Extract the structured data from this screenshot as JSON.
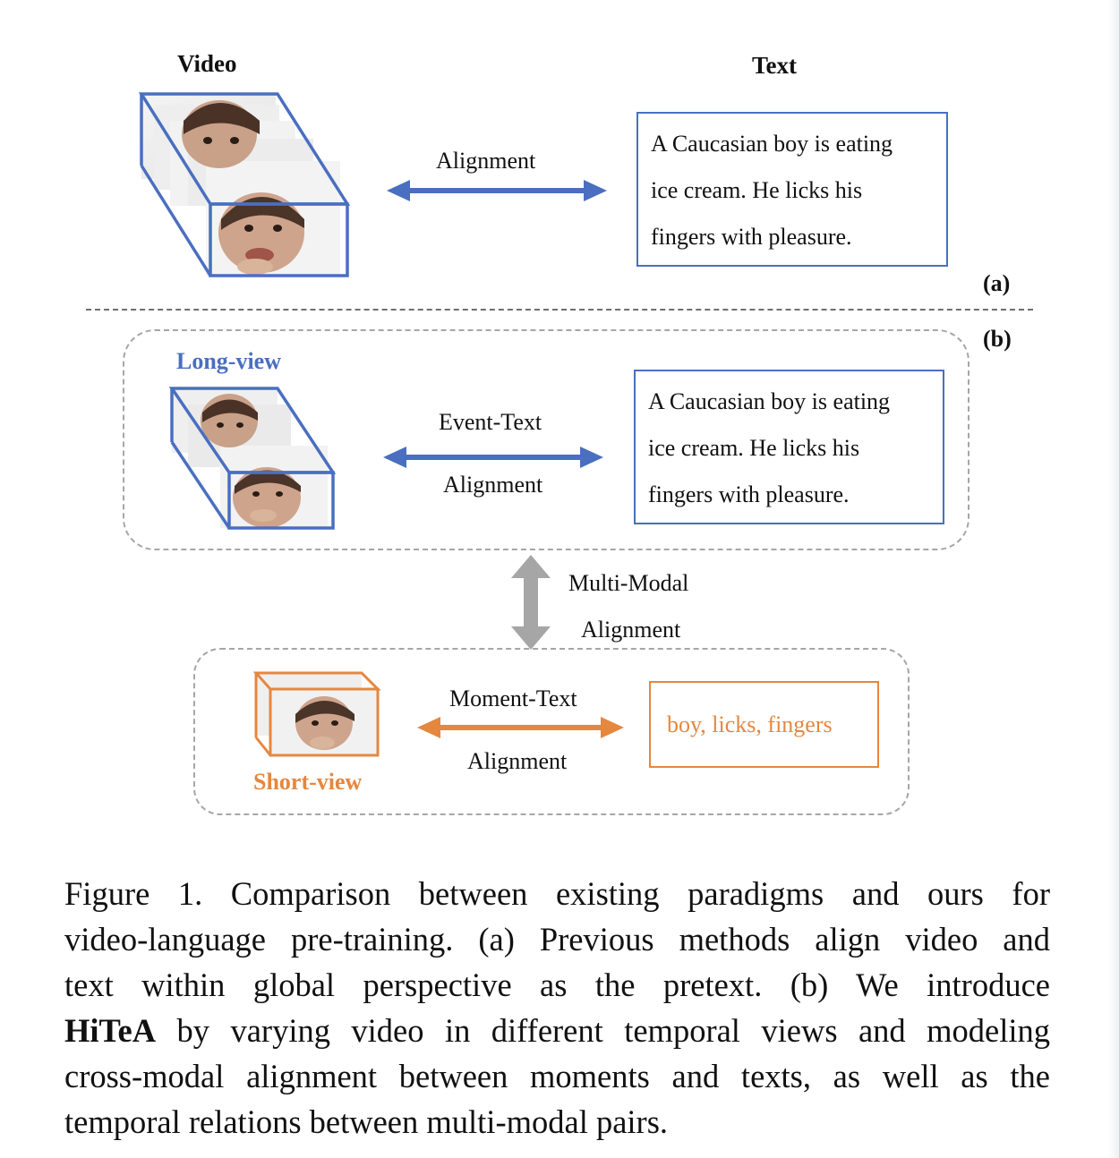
{
  "panel_a": {
    "video_header": "Video",
    "text_header": "Text",
    "alignment_label": "Alignment",
    "text_lines": [
      "A Caucasian boy is eating",
      "ice cream. He licks his",
      "fingers with pleasure."
    ],
    "tag": "(a)"
  },
  "panel_b": {
    "tag": "(b)",
    "long_view_label": "Long-view",
    "event_text_label_1": "Event-Text",
    "event_text_label_2": "Alignment",
    "text_lines": [
      "A Caucasian boy is eating",
      "ice cream. He licks his",
      "fingers with pleasure."
    ],
    "multimodal_label_1": "Multi-Modal",
    "multimodal_label_2": "Alignment",
    "moment_text_label_1": "Moment-Text",
    "moment_text_label_2": "Alignment",
    "short_view_label": "Short-view",
    "keywords": "boy, licks, fingers"
  },
  "caption": {
    "line1": "Figure 1.  Comparison between existing paradigms and ours for",
    "line2": "video-language pre-training. (a) Previous methods align video and",
    "line3": "text within global perspective as the pretext.  (b) We introduce",
    "line4_bold": "HiTeA",
    "line4_rest": " by varying video in different temporal views and modeling",
    "line5": "cross-modal alignment between moments and texts, as well as the",
    "line6": "temporal relations between multi-modal pairs."
  },
  "colors": {
    "blue": "#4a6fc0",
    "orange": "#e5873f",
    "gray": "#a6a6a6",
    "dash": "#9a9a9a"
  },
  "icons": [
    "video-clip-stack-icon",
    "double-arrow-icon",
    "vertical-double-arrow-icon"
  ]
}
